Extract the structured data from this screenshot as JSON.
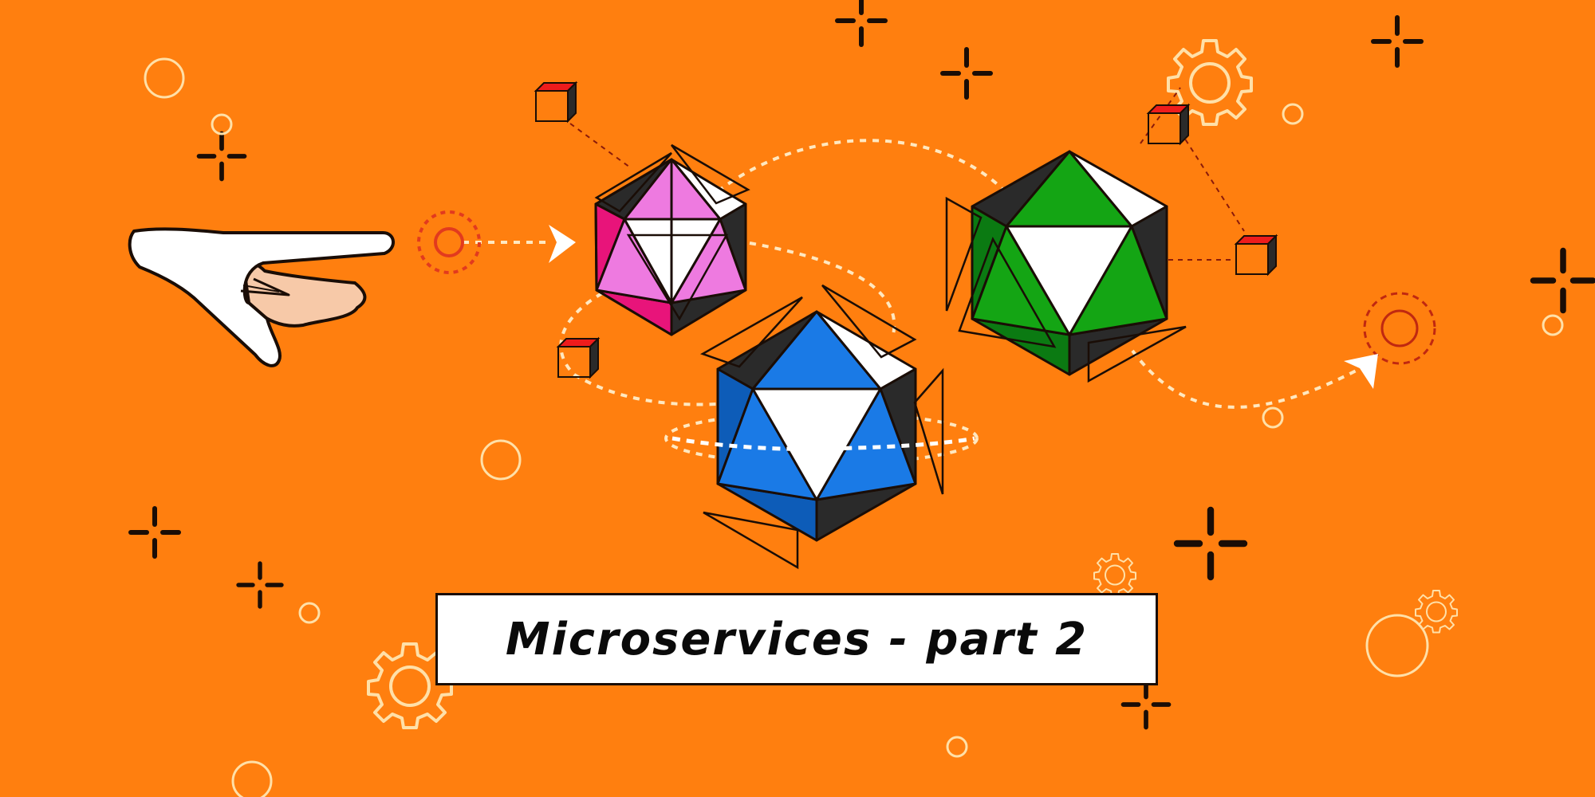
{
  "title": {
    "text": "Microservices - part 2"
  },
  "colors": {
    "background": "#ff7f0f",
    "outline": "#1a0d06",
    "decor_light": "#ffe0a8",
    "target_red": "#e23a1e",
    "pink": "#ee7ae0",
    "pink_dark": "#e8147a",
    "green": "#14a514",
    "green_dark": "#0b7a12",
    "blue": "#1a7ae6",
    "blue_dark": "#0d5cb8",
    "shadow": "#2a2a2a",
    "cube_red": "#ee1c1c",
    "skin": "#f7c9a8"
  },
  "illustration": {
    "subject": "pointing-hand",
    "nodes": [
      {
        "name": "pink-icosahedron",
        "color": "pink"
      },
      {
        "name": "blue-icosahedron",
        "color": "blue"
      },
      {
        "name": "green-icosahedron",
        "color": "green"
      }
    ],
    "targets": [
      "start-target",
      "end-target"
    ],
    "cubes": 4,
    "gears": 4
  }
}
